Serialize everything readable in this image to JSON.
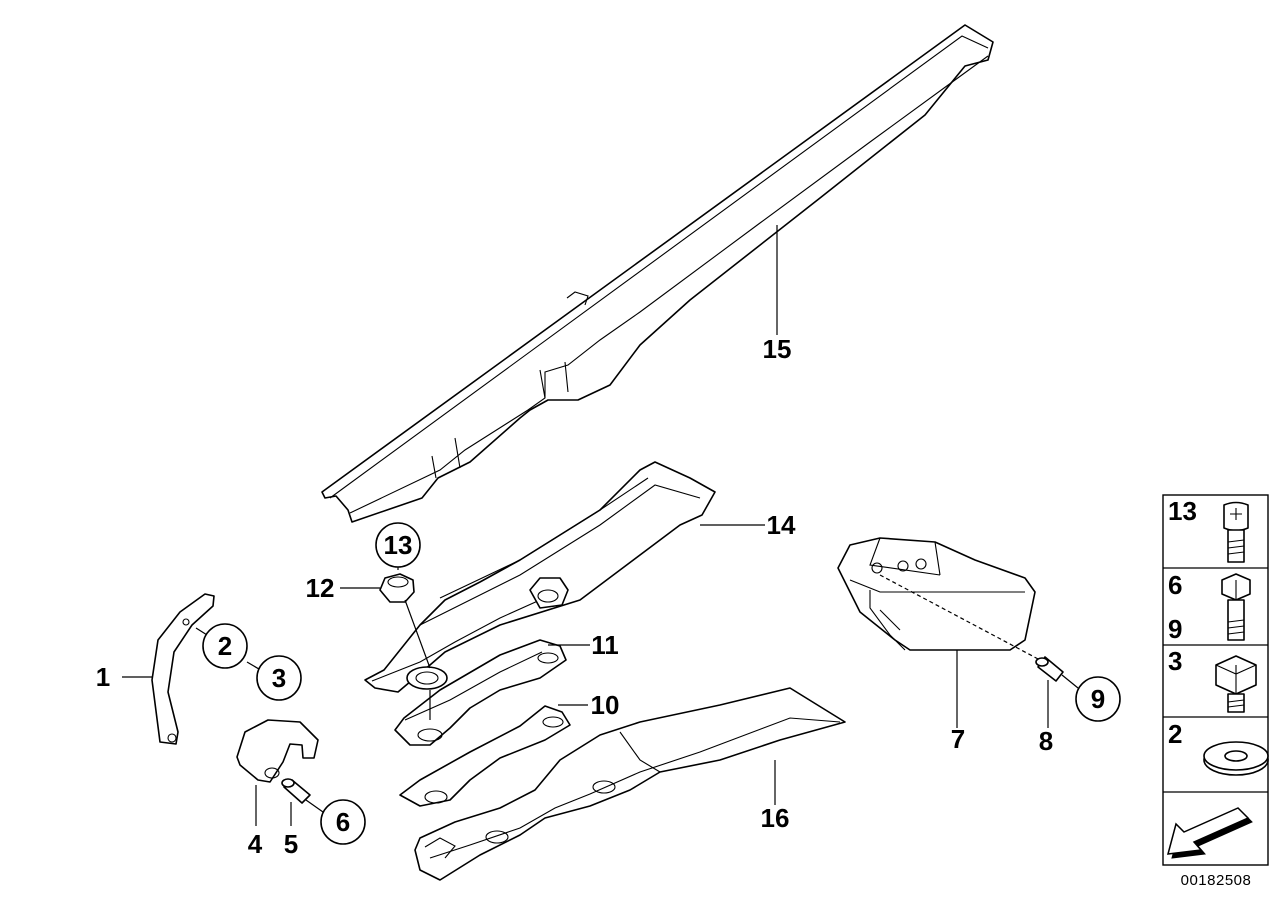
{
  "labels": {
    "l1": "1",
    "l2": "2",
    "l3": "3",
    "l4": "4",
    "l5": "5",
    "l6": "6",
    "l7": "7",
    "l8": "8",
    "l9": "9",
    "l10": "10",
    "l11": "11",
    "l12": "12",
    "l13": "13",
    "l14": "14",
    "l15": "15",
    "l16": "16"
  },
  "legend": {
    "r1": "13",
    "r2a": "6",
    "r2b": "9",
    "r3": "3",
    "r4": "2"
  },
  "doc_number": "00182508"
}
